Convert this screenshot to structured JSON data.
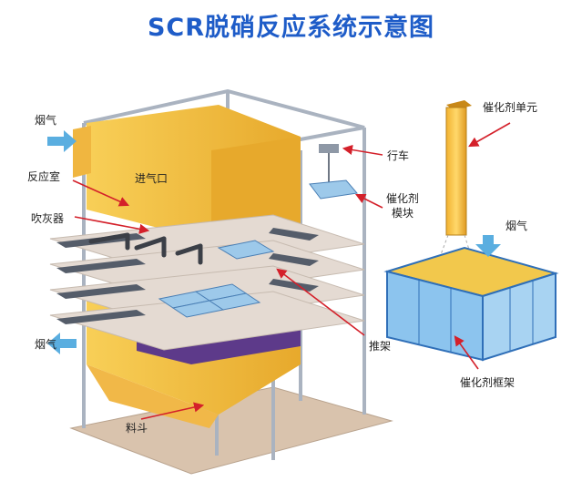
{
  "title": "SCR脱硝反应系统示意图",
  "colors": {
    "title": "#1e5cc8",
    "reactor_yellow": "#f5bf3a",
    "reactor_shade": "#e0a327",
    "floor": "#d9c3ad",
    "frame": "#b8c0cc",
    "catalyst_blue": "#8cc4ee",
    "catalyst_edge": "#2f6fb8",
    "hopper_purple": "#5d3a8a",
    "arrow_red": "#d4202a",
    "flue_arrow": "#5aaee0"
  },
  "labels": {
    "flue_in": "烟气",
    "flue_out": "烟气",
    "reactor_room": "反应室",
    "soot_blower": "吹灰器",
    "inlet": "进气口",
    "crane": "行车",
    "module_line1": "催化剂",
    "module_line2": "模块",
    "push_frame": "推架",
    "hopper": "料斗",
    "unit": "催化剂单元",
    "flue_right": "烟气",
    "frame_label": "催化剂框架"
  }
}
